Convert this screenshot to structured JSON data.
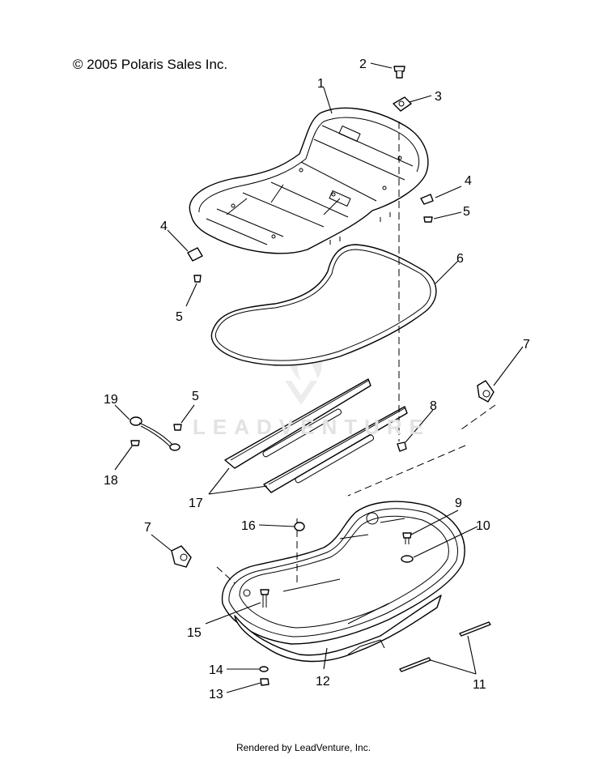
{
  "copyright": "© 2005 Polaris Sales Inc.",
  "footer": "Rendered by LeadVenture, Inc.",
  "watermark": "LEADVENTURE",
  "callouts": [
    "1",
    "2",
    "3",
    "4",
    "4",
    "5",
    "5",
    "5",
    "6",
    "7",
    "7",
    "8",
    "9",
    "10",
    "11",
    "12",
    "13",
    "14",
    "15",
    "16",
    "17",
    "18",
    "19"
  ]
}
